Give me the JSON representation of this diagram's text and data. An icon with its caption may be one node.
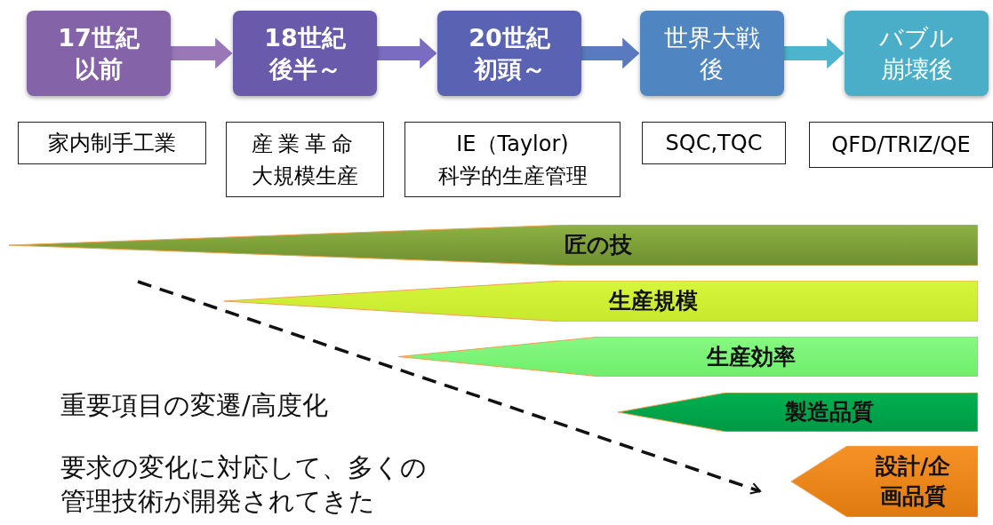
{
  "diagram": {
    "nodes": [
      {
        "text": [
          "17世紀以前"
        ]
      },
      {
        "text": [
          "18世紀後半～"
        ]
      },
      {
        "text": [
          "20世紀初頭～"
        ]
      },
      {
        "text": [
          "世界大戦後"
        ]
      },
      {
        "text": [
          "バブル崩壊後"
        ]
      },
      {
        "text": [
          "家内制手工業"
        ]
      },
      {
        "text": [
          "産業革命大規模生産"
        ]
      },
      {
        "text": [
          "IE（Taylor) 科学的生産管理"
        ]
      },
      {
        "text": [
          "SQC,TQC"
        ]
      },
      {
        "text": [
          "QFD/TRIZ/QE"
        ]
      },
      {
        "text": [
          "匠の技"
        ]
      },
      {
        "text": [
          "生産規模"
        ]
      },
      {
        "text": [
          "生産効率"
        ]
      },
      {
        "text": [
          "製造品質"
        ]
      },
      {
        "text": [
          "設計/企画品質"
        ]
      }
    ],
    "edges": [
      {
        "from": 0,
        "to": 1,
        "arrow": "to"
      },
      {
        "from": 1,
        "to": 2,
        "arrow": "to"
      },
      {
        "from": 2,
        "to": 3,
        "arrow": "to"
      },
      {
        "from": 3,
        "to": 4,
        "arrow": "to"
      }
    ],
    "labels": [
      "重要項目の変遷/高度化",
      "要求の変化に対応して、多くの管理技術が開発されてきた"
    ]
  }
}
